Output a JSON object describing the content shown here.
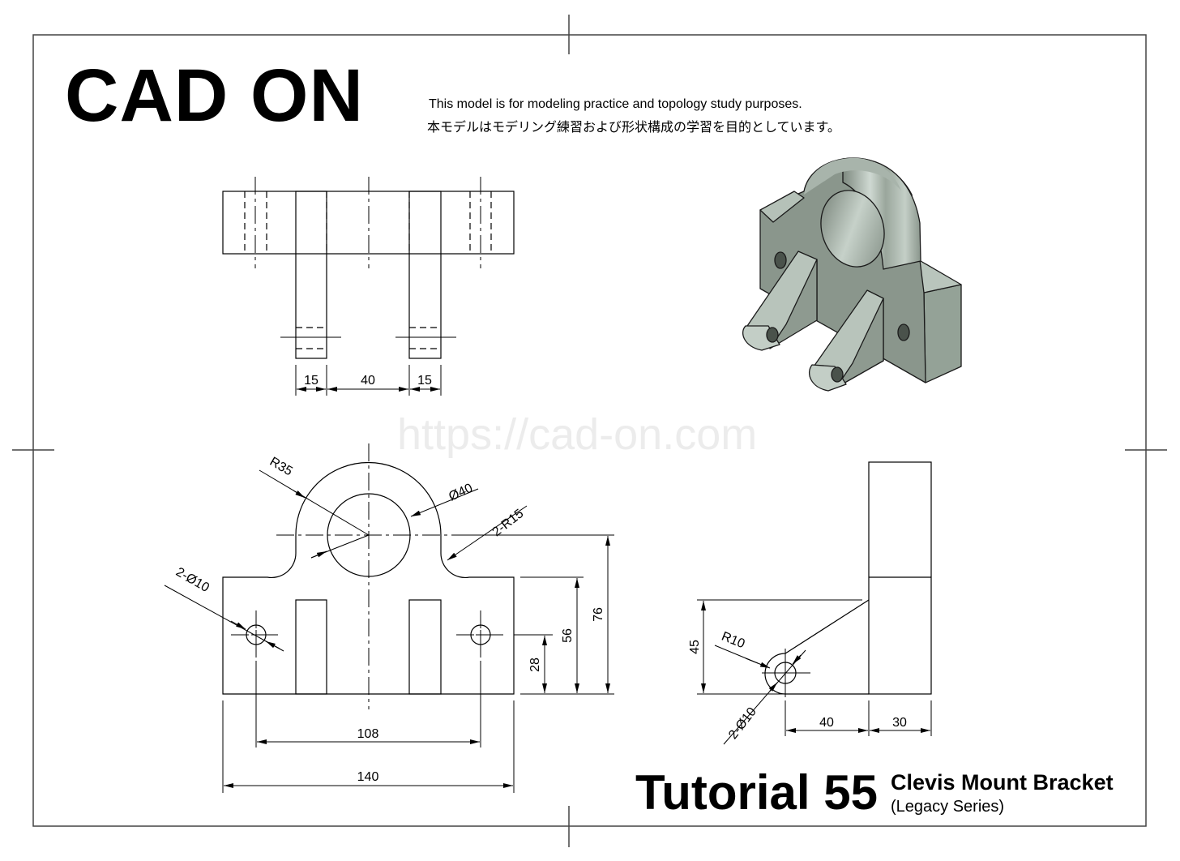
{
  "header": {
    "logo": "CAD ON",
    "note_en": "This model is for modeling practice and topology study purposes.",
    "note_ja": "本モデルはモデリング練習および形状構成の学習を目的としています。"
  },
  "watermark": "https://cad-on.com",
  "title_block": {
    "tutorial": "Tutorial 55",
    "part_name": "Clevis Mount Bracket",
    "series": "(Legacy Series)"
  },
  "colors": {
    "line": "#000000",
    "frame": "#444444",
    "watermark": "#ececec",
    "model_face": "#8e9a8f",
    "model_light": "#b8c4bb",
    "model_dark": "#6c766d"
  },
  "views": {
    "top": {
      "dims": {
        "left_lug": "15",
        "gap": "40",
        "right_lug": "15"
      }
    },
    "front": {
      "dims": {
        "boss_radius": "R35",
        "bore": "Ø40",
        "fillets": "2-R15",
        "mount_holes": "2-Ø10",
        "hole_spacing": "108",
        "overall_width": "140",
        "hole_height": "28",
        "base_height": "56",
        "overall_height": "76"
      }
    },
    "side": {
      "dims": {
        "lug_height": "45",
        "lug_radius": "R10",
        "lug_holes": "2-Ø10",
        "lug_reach": "40",
        "base_thickness": "30"
      }
    },
    "iso": {
      "label": "isometric-model-view"
    }
  }
}
